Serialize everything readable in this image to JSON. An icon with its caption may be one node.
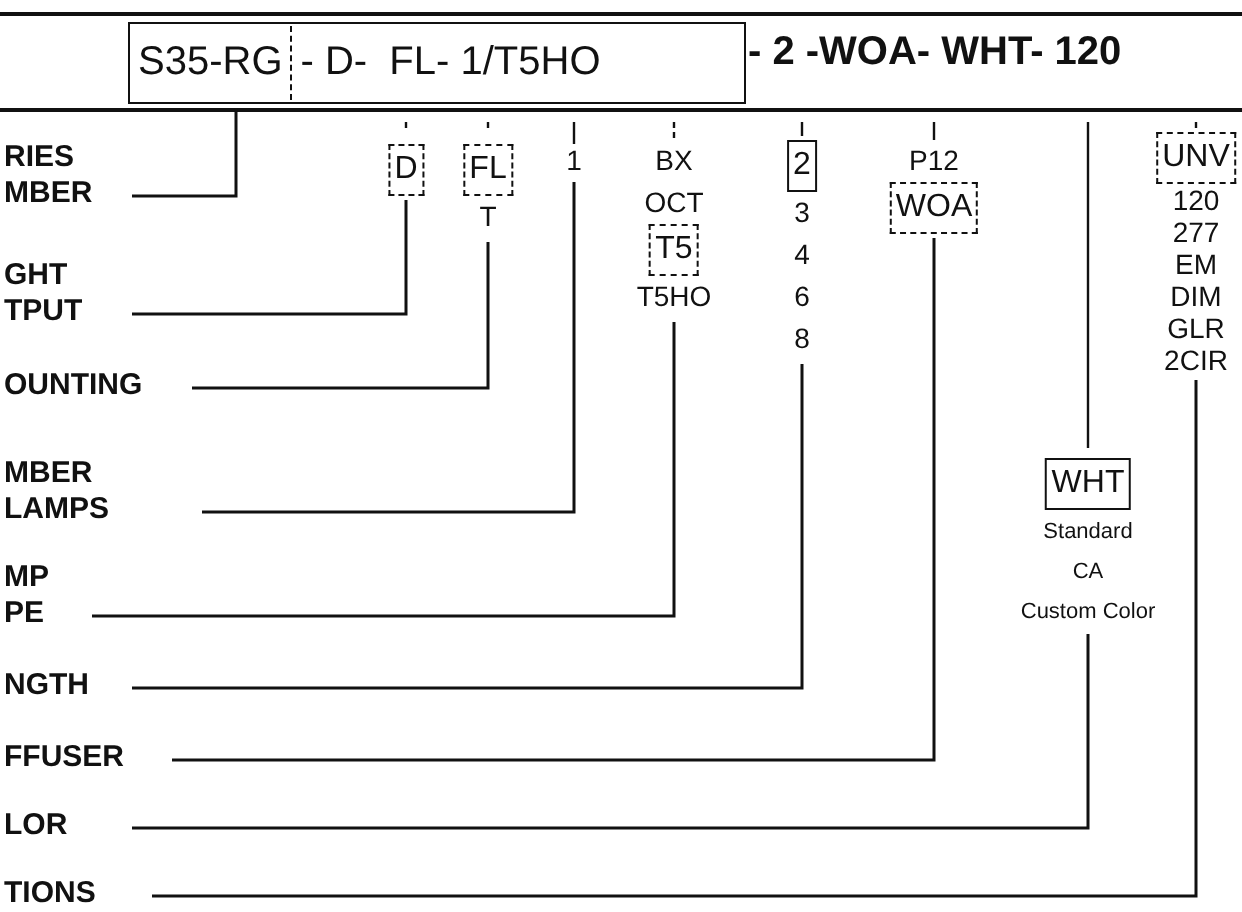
{
  "diagram": {
    "nodes": [
      {
        "text": [
          "S35-RG",
          "- D-  FL- 1/T5HO"
        ]
      },
      {
        "text": [
          "D"
        ]
      },
      {
        "text": [
          "FL",
          "T"
        ]
      },
      {
        "text": [
          "1"
        ]
      },
      {
        "text": [
          "BX",
          "OCT",
          "T5",
          "T5HO"
        ]
      },
      {
        "text": [
          "2",
          "3",
          "4",
          "6",
          "8"
        ]
      },
      {
        "text": [
          "P12",
          "WOA"
        ]
      },
      {
        "text": [
          "WHT",
          "Standard",
          "CA",
          "Custom Color"
        ]
      },
      {
        "text": [
          "UNV",
          "120",
          "277",
          "EM",
          "DIM",
          "GLR",
          "2CIR"
        ]
      },
      {
        "text": [
          "RIES MBER"
        ]
      },
      {
        "text": [
          "GHT TPUT"
        ]
      },
      {
        "text": [
          "OUNTING"
        ]
      },
      {
        "text": [
          "MBER LAMPS"
        ]
      },
      {
        "text": [
          "MP PE"
        ]
      },
      {
        "text": [
          "NGTH"
        ]
      },
      {
        "text": [
          "FFUSER"
        ]
      },
      {
        "text": [
          "LOR"
        ]
      },
      {
        "text": [
          "TIONS"
        ]
      }
    ],
    "edges": [
      {
        "from": 9,
        "to": 0,
        "arrow": "none"
      },
      {
        "from": 10,
        "to": 1,
        "arrow": "none"
      },
      {
        "from": 11,
        "to": 2,
        "arrow": "none"
      },
      {
        "from": 12,
        "to": 3,
        "arrow": "none"
      },
      {
        "from": 13,
        "to": 4,
        "arrow": "none"
      },
      {
        "from": 14,
        "to": 5,
        "arrow": "none"
      },
      {
        "from": 15,
        "to": 6,
        "arrow": "none"
      },
      {
        "from": 16,
        "to": 7,
        "arrow": "none"
      },
      {
        "from": 17,
        "to": 8,
        "arrow": "none"
      }
    ],
    "labels": [
      "- 2 -WOA- WHT- 120"
    ]
  }
}
